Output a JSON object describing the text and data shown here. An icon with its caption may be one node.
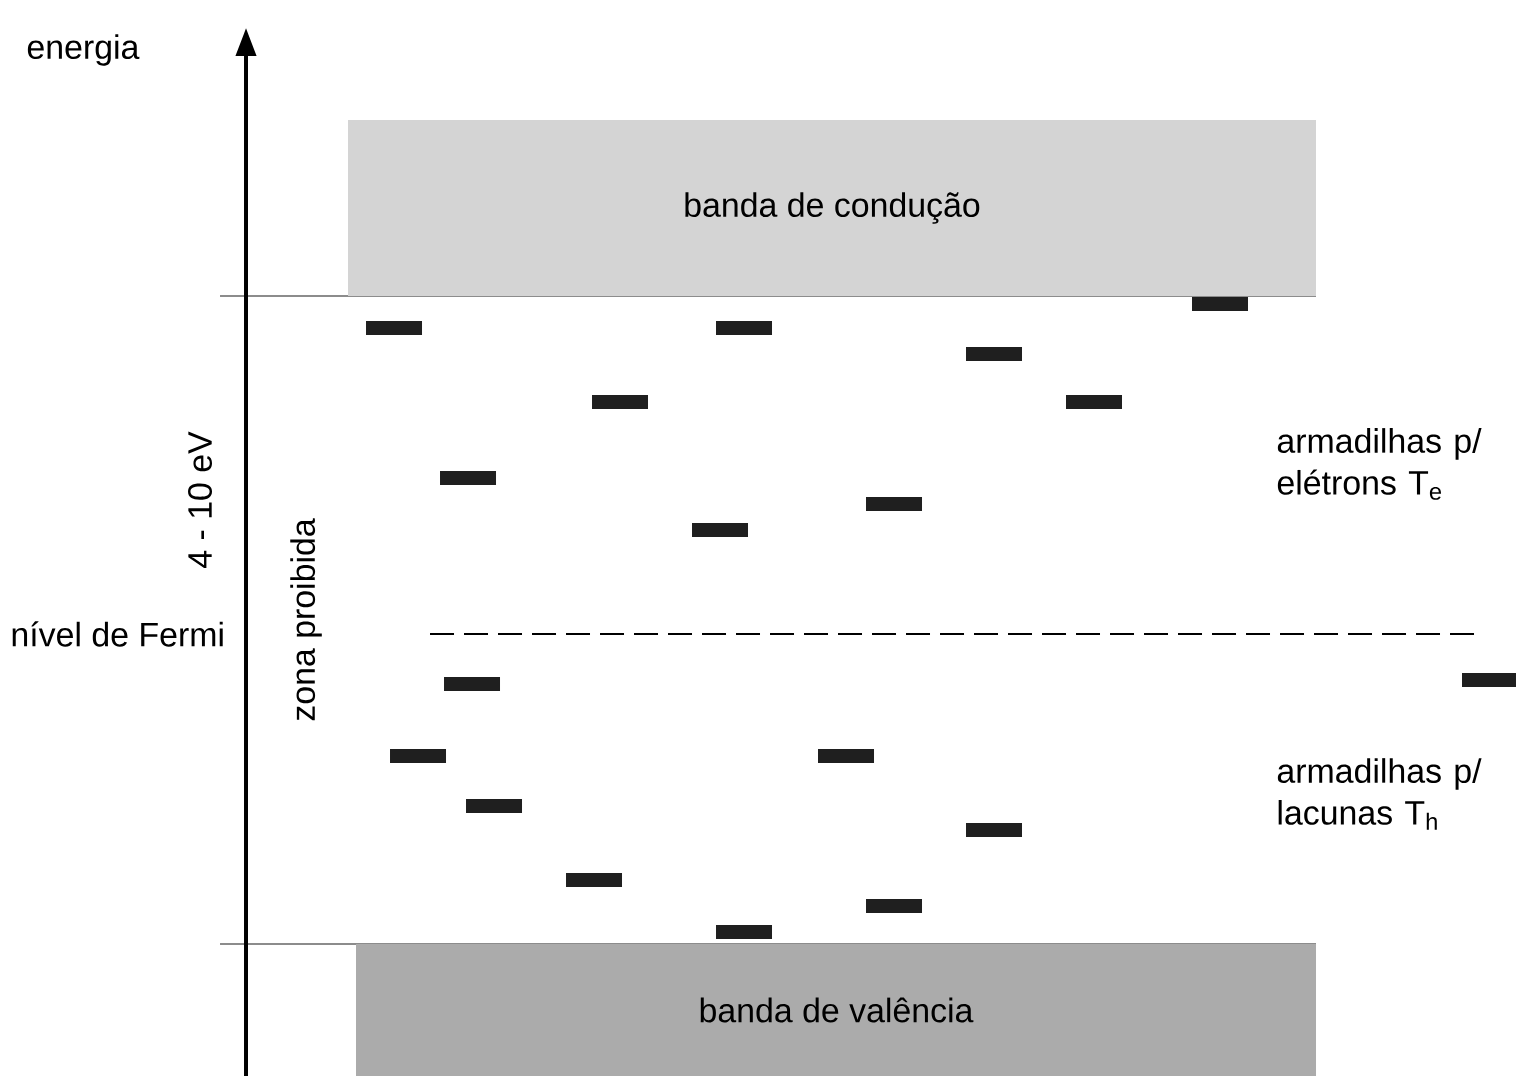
{
  "diagram": {
    "nodes": [
      {
        "text": [
          "banda de condução"
        ]
      },
      {
        "text": [
          "banda de valência"
        ]
      }
    ],
    "labels": [
      "energia",
      "nível de Fermi",
      "4 - 10 eV",
      "zona proibida",
      "armadilhas p/ elétrons T$_{e}$",
      "armadilhas p/ lacunas T$_{h}$"
    ]
  }
}
